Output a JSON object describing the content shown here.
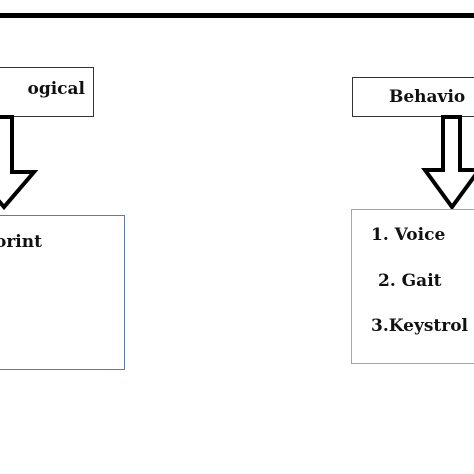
{
  "diagram": {
    "physiological": {
      "title": "ogical",
      "items": [
        "orint"
      ]
    },
    "behavioral": {
      "title": "Behavio",
      "items": [
        "1. Voice",
        "2. Gait",
        "3.Keystrol"
      ]
    }
  }
}
